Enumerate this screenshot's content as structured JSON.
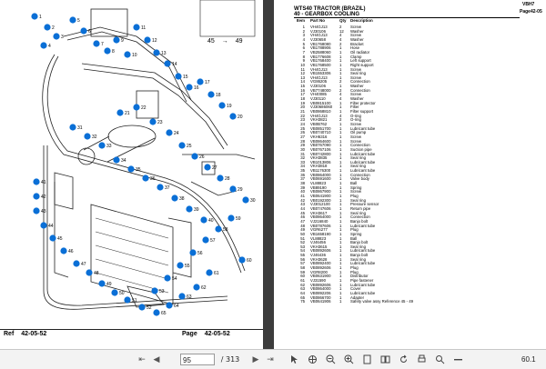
{
  "left_page": {
    "header": "",
    "diagram_ref_from": "45",
    "diagram_ref_arrow": "→",
    "diagram_ref_to": "49",
    "footer_ref_label": "Ref",
    "footer_ref_value": "42-05-52",
    "footer_page_label": "Page",
    "footer_page_value": "42-05-52"
  },
  "right_page": {
    "header_left": "",
    "header_right": "VBH7",
    "title_line1": "WTS40 TRACTOR (BRAZIL)",
    "title_line2": "40 - GEARBOX COOLING",
    "page_ref": "Page42-05",
    "columns": [
      "Item",
      "Part No",
      "Qty",
      "Description"
    ],
    "rows": [
      [
        "1",
        "VH4GJ13",
        "2",
        "Screw"
      ],
      [
        "2",
        "VJ30106",
        "12",
        "Washer"
      ],
      [
        "3",
        "VH4GJ13",
        "4",
        "Screw"
      ],
      [
        "4",
        "VJ30658",
        "4",
        "Washer"
      ],
      [
        "5",
        "VB1768080",
        "2",
        "Bracket"
      ],
      [
        "6",
        "VB1788906",
        "1",
        "Hose"
      ],
      [
        "7",
        "VB2588060",
        "1",
        "Oil radiator"
      ],
      [
        "8",
        "VB1776608",
        "1",
        "Clamp"
      ],
      [
        "9",
        "VB1768400",
        "1",
        "Left support"
      ],
      [
        "10",
        "VB1768500",
        "1",
        "Right support"
      ],
      [
        "11",
        "VH4GJ13",
        "1",
        "Screw"
      ],
      [
        "12",
        "VB1553306",
        "1",
        "Seal ring"
      ],
      [
        "13",
        "VH4GJ13",
        "1",
        "Screw"
      ],
      [
        "14",
        "VG86205",
        "2",
        "Connection"
      ],
      [
        "15",
        "VJ30106",
        "1",
        "Washer"
      ],
      [
        "16",
        "VB7748000",
        "2",
        "Connection"
      ],
      [
        "17",
        "VH40085",
        "4",
        "Screw"
      ],
      [
        "18",
        "VJ30110",
        "4",
        "Washer"
      ],
      [
        "19",
        "VB0815100",
        "1",
        "Filter protector"
      ],
      [
        "20",
        "VJ30686060",
        "1",
        "Filter"
      ],
      [
        "21",
        "VB0868810",
        "1",
        "Filter support"
      ],
      [
        "22",
        "VH4GJ13",
        "4",
        "O-ring"
      ],
      [
        "23",
        "VKH3821",
        "2",
        "O-ring"
      ],
      [
        "24",
        "VB0B762",
        "1",
        "Screw"
      ],
      [
        "25",
        "VB0851700",
        "1",
        "Lubricant tube"
      ],
      [
        "26",
        "VB0740710",
        "1",
        "Oil pump"
      ],
      [
        "27",
        "VKH6316",
        "1",
        "Screw"
      ],
      [
        "28",
        "VB0864600",
        "1",
        "Screw"
      ],
      [
        "29",
        "VB0767090",
        "1",
        "Connection"
      ],
      [
        "30",
        "VB0767106",
        "1",
        "Suction pipe"
      ],
      [
        "31",
        "VB0742800",
        "1",
        "Lubricant tube"
      ],
      [
        "32",
        "VKH3835",
        "1",
        "Seal ring"
      ],
      [
        "33",
        "VB1013806",
        "1",
        "Lubricant tube"
      ],
      [
        "34",
        "VKH3818",
        "1",
        "Seal ring"
      ],
      [
        "35",
        "VB1176300",
        "1",
        "Lubricant tube"
      ],
      [
        "36",
        "VB0864000",
        "1",
        "Connection"
      ],
      [
        "37",
        "VB0691600",
        "1",
        "Valve body"
      ],
      [
        "38",
        "VL88823",
        "1",
        "Ball"
      ],
      [
        "39",
        "VB89190",
        "1",
        "Spring"
      ],
      [
        "40",
        "VB0867900",
        "1",
        "Screw"
      ],
      [
        "41",
        "VB0641900",
        "1",
        "Plug"
      ],
      [
        "42",
        "VB0192300",
        "1",
        "Seal ring"
      ],
      [
        "43",
        "VJ3012100",
        "1",
        "Pressure sensor"
      ],
      [
        "44",
        "VB0747606",
        "1",
        "Return pipe"
      ],
      [
        "45",
        "VKH3617",
        "1",
        "Seal ring"
      ],
      [
        "46",
        "VB0864000",
        "1",
        "Connection"
      ],
      [
        "47",
        "VJ216840",
        "1",
        "Banjo bolt"
      ],
      [
        "48",
        "VB0787606",
        "1",
        "Lubricant tube"
      ],
      [
        "49",
        "VGR6277",
        "1",
        "Plug"
      ],
      [
        "50",
        "VB1658190",
        "1",
        "Spring"
      ],
      [
        "51",
        "VL88823",
        "1",
        "Ball"
      ],
      [
        "52",
        "VJ46456",
        "1",
        "Banjo bolt"
      ],
      [
        "53",
        "VKH3615",
        "1",
        "Seal ring"
      ],
      [
        "54",
        "VB0892606",
        "1",
        "Lubricant tube"
      ],
      [
        "55",
        "VJ46436",
        "1",
        "Banjo bolt"
      ],
      [
        "56",
        "VKH3628",
        "1",
        "Seal ring"
      ],
      [
        "57",
        "VB0892400",
        "1",
        "Lubricant tube"
      ],
      [
        "58",
        "VB0892606",
        "1",
        "Plug"
      ],
      [
        "59",
        "VGR8200",
        "1",
        "Plug"
      ],
      [
        "60",
        "VB0631900",
        "1",
        "Distributor"
      ],
      [
        "61",
        "VJ31590",
        "1",
        "Pipe fastener"
      ],
      [
        "62",
        "VB0892606",
        "1",
        "Lubricant tube"
      ],
      [
        "63",
        "VB0864000",
        "1",
        "Cover"
      ],
      [
        "64",
        "VB0892206",
        "1",
        "Lubricant tube"
      ],
      [
        "65",
        "VB0866700",
        "1",
        "Adapter"
      ],
      [
        "75",
        "VB0641906",
        "1",
        "Safety valve assy Reference 45 - 49"
      ]
    ]
  },
  "toolbar": {
    "current_page": "95",
    "total_pages": "/ 313",
    "zoom": "60.1"
  },
  "colors": {
    "callout_fill": "#0a6fd6",
    "viewer_bg": "#3c3c3c",
    "toolbar_bg": "#f3f3f3"
  },
  "callouts": [
    "1",
    "2",
    "3",
    "4",
    "5",
    "6",
    "7",
    "8",
    "9",
    "10",
    "11",
    "12",
    "13",
    "14",
    "15",
    "16",
    "17",
    "18",
    "19",
    "20",
    "21",
    "22",
    "23",
    "24",
    "25",
    "26",
    "27",
    "28",
    "29",
    "30",
    "31",
    "32",
    "33",
    "34",
    "35",
    "36",
    "37",
    "38",
    "39",
    "40",
    "41",
    "42",
    "43",
    "44",
    "45",
    "46",
    "47",
    "48",
    "49",
    "50",
    "51",
    "52",
    "53",
    "54",
    "55",
    "56",
    "57",
    "58",
    "59",
    "60",
    "61",
    "62",
    "63",
    "64",
    "65"
  ]
}
